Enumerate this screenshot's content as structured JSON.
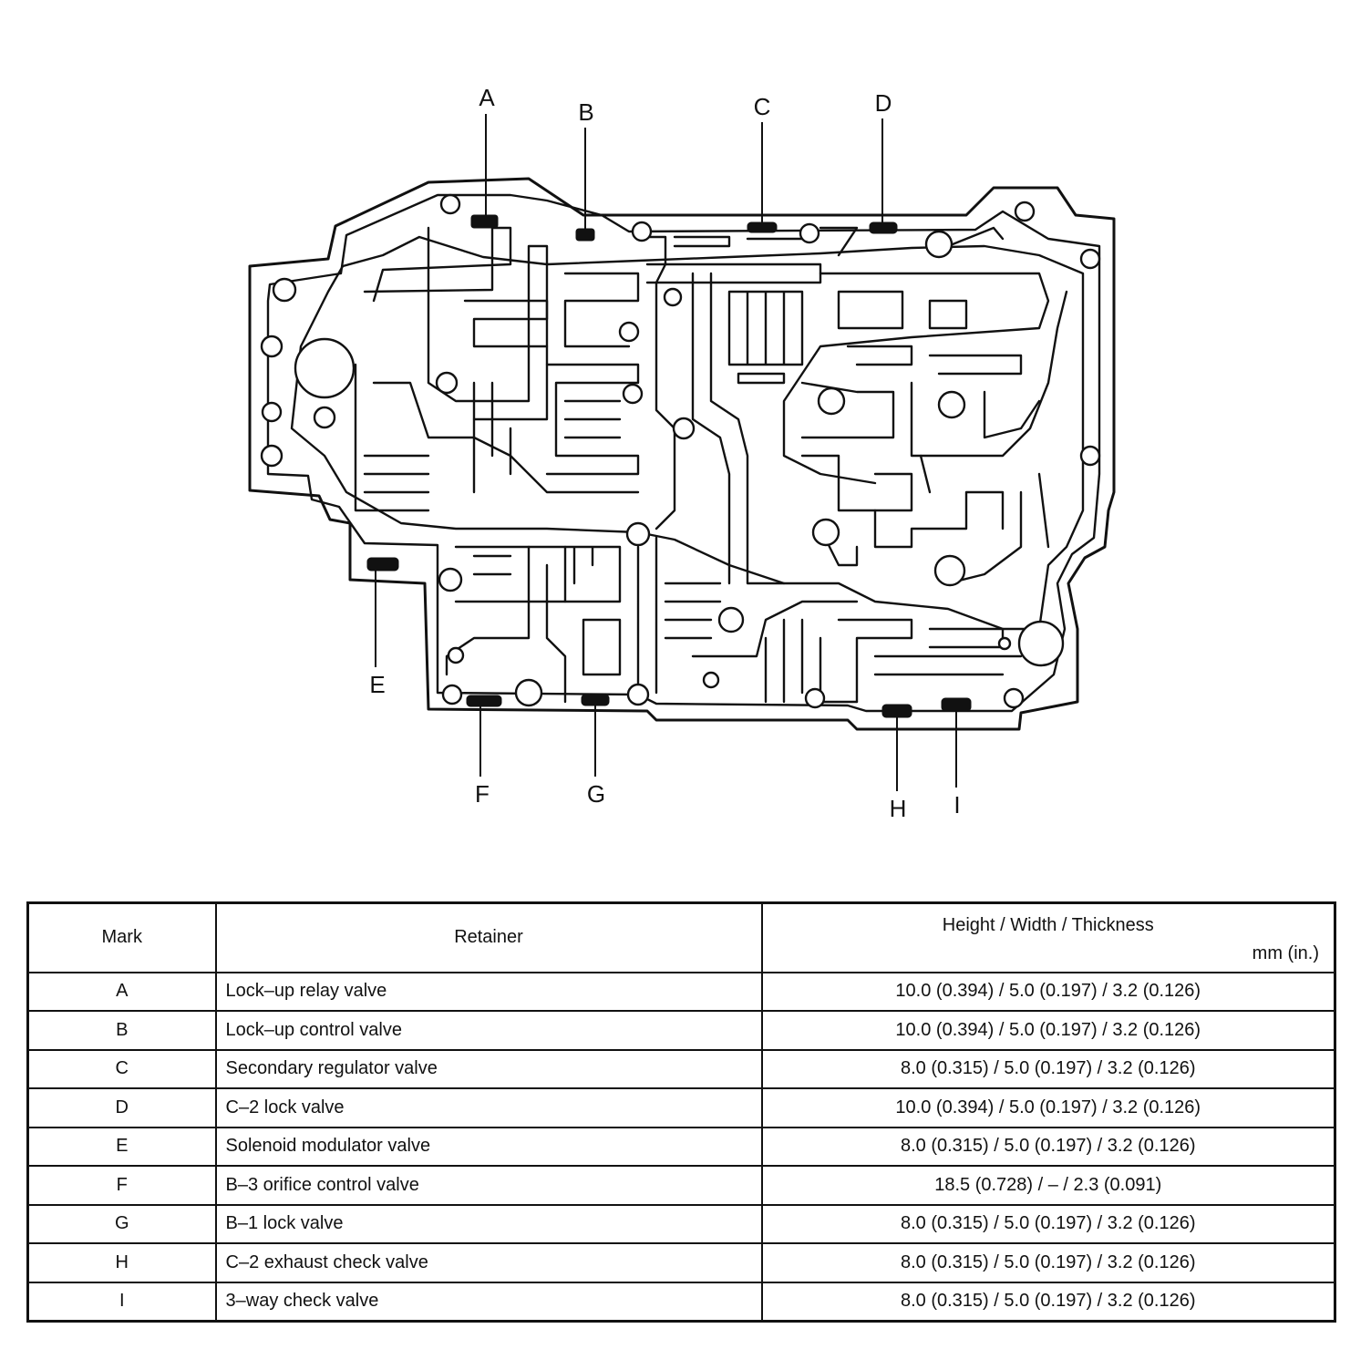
{
  "diagram": {
    "callouts": [
      "A",
      "B",
      "C",
      "D",
      "E",
      "F",
      "G",
      "H",
      "I"
    ]
  },
  "table": {
    "headers": {
      "mark": "Mark",
      "retainer": "Retainer",
      "dims": "Height / Width / Thickness",
      "unit": "mm (in.)"
    },
    "rows": [
      {
        "mark": "A",
        "retainer": "Lock–up relay valve",
        "dims": "10.0 (0.394) / 5.0 (0.197) / 3.2 (0.126)"
      },
      {
        "mark": "B",
        "retainer": "Lock–up control valve",
        "dims": "10.0 (0.394) / 5.0 (0.197) / 3.2 (0.126)"
      },
      {
        "mark": "C",
        "retainer": "Secondary regulator valve",
        "dims": "8.0 (0.315) / 5.0 (0.197) / 3.2 (0.126)"
      },
      {
        "mark": "D",
        "retainer": "C–2 lock valve",
        "dims": "10.0 (0.394) / 5.0 (0.197) / 3.2 (0.126)"
      },
      {
        "mark": "E",
        "retainer": "Solenoid modulator valve",
        "dims": "8.0 (0.315) / 5.0 (0.197) / 3.2 (0.126)"
      },
      {
        "mark": "F",
        "retainer": "B–3 orifice control valve",
        "dims": "18.5 (0.728) / – / 2.3 (0.091)"
      },
      {
        "mark": "G",
        "retainer": "B–1 lock valve",
        "dims": "8.0 (0.315) / 5.0 (0.197) / 3.2 (0.126)"
      },
      {
        "mark": "H",
        "retainer": "C–2 exhaust check valve",
        "dims": "8.0 (0.315) / 5.0 (0.197) / 3.2 (0.126)"
      },
      {
        "mark": "I",
        "retainer": "3–way check valve",
        "dims": "8.0 (0.315) / 5.0 (0.197) / 3.2 (0.126)"
      }
    ]
  }
}
